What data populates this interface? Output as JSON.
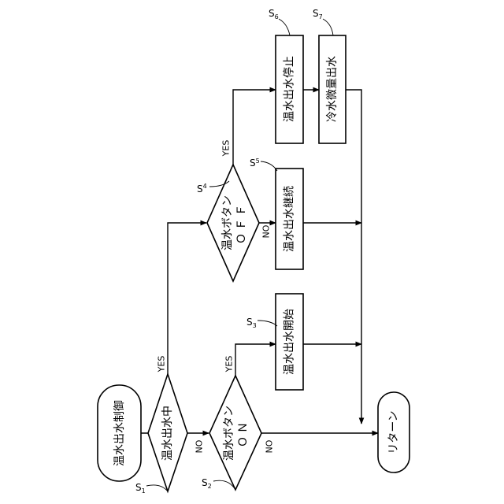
{
  "terminals": {
    "start": "温水出水制御",
    "end": "リターン"
  },
  "decisions": {
    "s1": {
      "label": "温水出水中"
    },
    "s2": {
      "line1": "温水ボタン",
      "line2": "ＯＮ"
    },
    "s4": {
      "line1": "温水ボタン",
      "line2": "ＯＦＦ"
    }
  },
  "processes": {
    "s3": "温水出水開始",
    "s5": "温水出水継続",
    "s6": "温水出水停止",
    "s7": "冷水微量出水"
  },
  "edges": {
    "yes": "YES",
    "no": "NO"
  },
  "steps": {
    "s1": {
      "letter": "S",
      "num": "1"
    },
    "s2": {
      "letter": "S",
      "num": "2"
    },
    "s3": {
      "letter": "S",
      "num": "3"
    },
    "s4": {
      "letter": "S",
      "num": "4"
    },
    "s5": {
      "letter": "S",
      "num": "5"
    },
    "s6": {
      "letter": "S",
      "num": "6"
    },
    "s7": {
      "letter": "S",
      "num": "7"
    }
  }
}
